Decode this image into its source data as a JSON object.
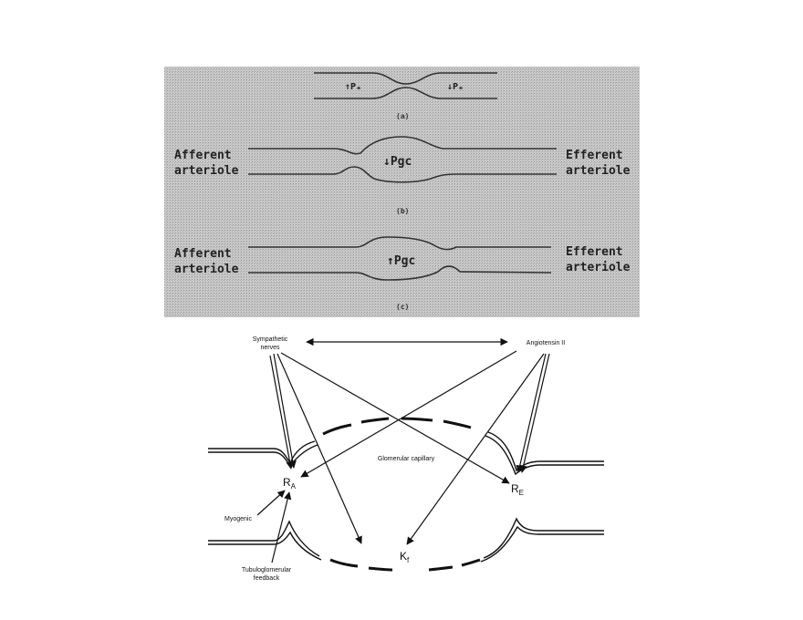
{
  "colors": {
    "panel_bg": "#c6c6c6",
    "ink": "#1a1a1a"
  },
  "top_panel": {
    "a": {
      "left_label": "↑Pₐ",
      "right_label": "↓Pₑ",
      "caption": "(a)"
    },
    "b": {
      "left_label_line1": "Afferent",
      "left_label_line2": "arteriole",
      "center_label": "↓Pgc",
      "right_label_line1": "Efferent",
      "right_label_line2": "arteriole",
      "caption": "(b)"
    },
    "c": {
      "left_label_line1": "Afferent",
      "left_label_line2": "arteriole",
      "center_label": "↑Pgc",
      "right_label_line1": "Efferent",
      "right_label_line2": "arteriole",
      "caption": "(c)"
    }
  },
  "bottom_panel": {
    "sympathetic_line1": "Sympathetic",
    "sympathetic_line2": "nerves",
    "angiotensin": "Angiotensin II",
    "capillary_label": "Glomerular capillary",
    "ra_main": "R",
    "ra_sub": "A",
    "re_main": "R",
    "re_sub": "E",
    "kf_main": "K",
    "kf_sub": "f",
    "myogenic": "Myogenic",
    "tgf_line1": "Tubuloglomerular",
    "tgf_line2": "feedback"
  }
}
